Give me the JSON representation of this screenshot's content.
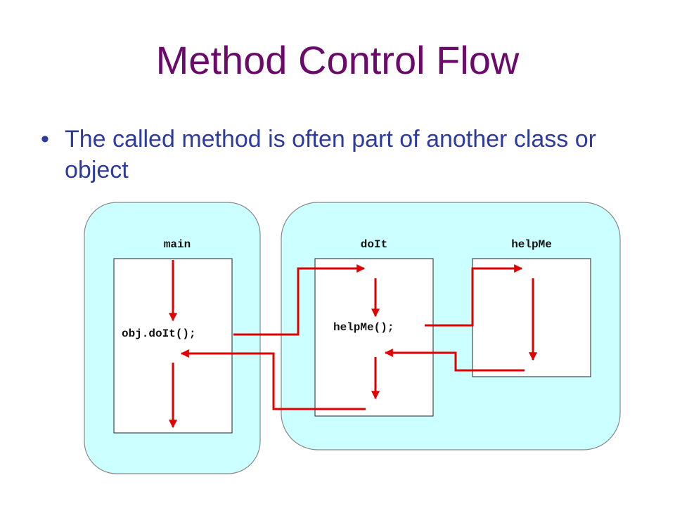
{
  "slide": {
    "title": "Method Control Flow",
    "bullet_marker": "•",
    "bullet_text": "The called method is often part of another class or object"
  },
  "diagram": {
    "methods": [
      {
        "label": "main",
        "code": "obj.doIt();"
      },
      {
        "label": "doIt",
        "code": "helpMe();"
      },
      {
        "label": "helpMe",
        "code": ""
      }
    ],
    "colors": {
      "container_fill": "#ccffff",
      "container_stroke": "#888888",
      "box_fill": "#ffffff",
      "box_stroke": "#222222",
      "arrow": "#e00000"
    }
  }
}
